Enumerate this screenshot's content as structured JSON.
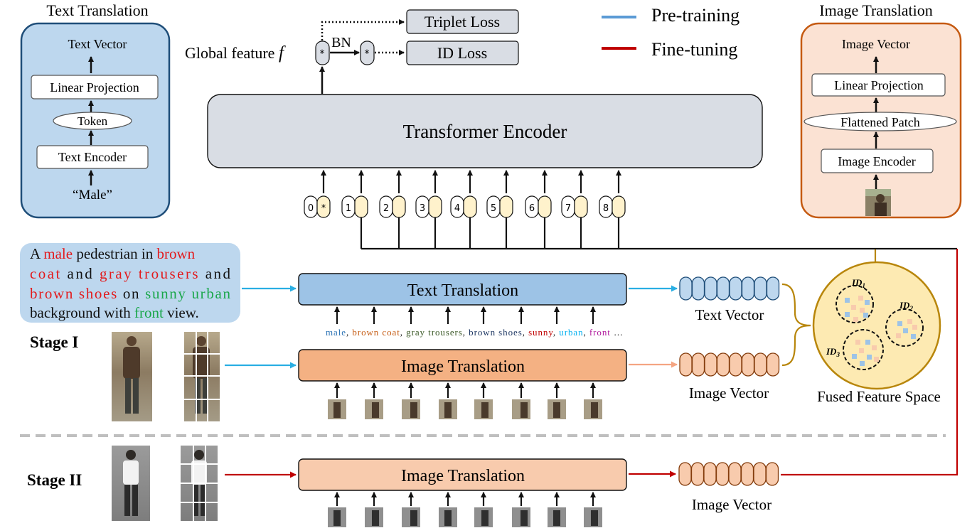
{
  "legend": {
    "pretraining": {
      "label": "Pre-training",
      "color": "#5b9bd5"
    },
    "finetuning": {
      "label": "Fine-tuning",
      "color": "#c00000"
    }
  },
  "text_translation_panel": {
    "title": "Text Translation",
    "output": "Text Vector",
    "projection": "Linear Projection",
    "token": "Token",
    "encoder": "Text Encoder",
    "input": "“Male”"
  },
  "image_translation_panel": {
    "title": "Image Translation",
    "output": "Image Vector",
    "projection": "Linear Projection",
    "patch": "Flattened Patch",
    "encoder": "Image Encoder"
  },
  "head": {
    "global_feature": "Global feature",
    "f_symbol": "f",
    "bn": "BN",
    "star": "*",
    "triplet_loss": "Triplet Loss",
    "id_loss": "ID Loss"
  },
  "encoder": {
    "label": "Transformer Encoder"
  },
  "tokens": [
    "0",
    "1",
    "2",
    "3",
    "4",
    "5",
    "6",
    "7",
    "8"
  ],
  "description": {
    "words": [
      {
        "t": "A ",
        "c": "#111"
      },
      {
        "t": "male",
        "c": "#e31a1c"
      },
      {
        "t": " pedestrian in ",
        "c": "#111"
      },
      {
        "t": "brown",
        "c": "#e31a1c"
      },
      {
        "t": "coat",
        "c": "#e31a1c"
      },
      {
        "t": " and ",
        "c": "#111"
      },
      {
        "t": "gray trousers",
        "c": "#e31a1c"
      },
      {
        "t": " and",
        "c": "#111"
      },
      {
        "t": "brown shoes",
        "c": "#e31a1c"
      },
      {
        "t": " on ",
        "c": "#111"
      },
      {
        "t": "sunny urban",
        "c": "#1aa74a"
      },
      {
        "t": "background with ",
        "c": "#111"
      },
      {
        "t": "front",
        "c": "#1aa74a"
      },
      {
        "t": " view.",
        "c": "#111"
      }
    ]
  },
  "stage1": {
    "label": "Stage I",
    "text_translation": "Text Translation",
    "image_translation": "Image Translation",
    "text_vector": "Text Vector",
    "image_vector": "Image Vector",
    "attributes": [
      {
        "t": "male",
        "c": "#2e75b6"
      },
      {
        "t": ", ",
        "c": "#111"
      },
      {
        "t": "brown coat",
        "c": "#c55a11"
      },
      {
        "t": ", ",
        "c": "#111"
      },
      {
        "t": "gray trousers",
        "c": "#375623"
      },
      {
        "t": ", ",
        "c": "#111"
      },
      {
        "t": "brown shoes",
        "c": "#1f3864"
      },
      {
        "t": ", ",
        "c": "#111"
      },
      {
        "t": "sunny",
        "c": "#c00000"
      },
      {
        "t": ", ",
        "c": "#111"
      },
      {
        "t": "urban",
        "c": "#00b0f0"
      },
      {
        "t": ", ",
        "c": "#111"
      },
      {
        "t": "front",
        "c": "#b0179c"
      },
      {
        "t": " …",
        "c": "#111"
      }
    ]
  },
  "stage2": {
    "label": "Stage II",
    "image_translation": "Image Translation",
    "image_vector": "Image Vector"
  },
  "fused": {
    "label": "Fused Feature Space",
    "id1": "ID",
    "id1_sub": "1",
    "id2": "ID",
    "id2_sub": "2",
    "id3": "ID",
    "id3_sub": "3"
  }
}
